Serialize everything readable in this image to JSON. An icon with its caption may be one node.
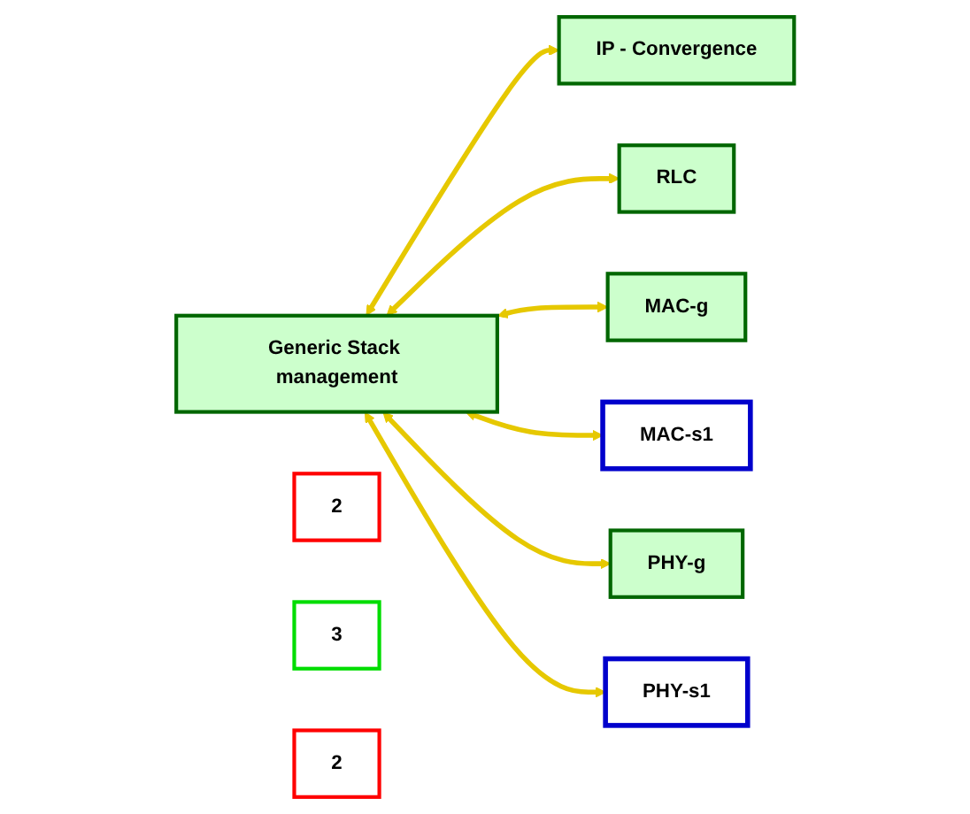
{
  "diagram": {
    "nodes": [
      {
        "text": [
          "Generic Stack management"
        ]
      },
      {
        "text": [
          "IP - Convergence"
        ]
      },
      {
        "text": [
          "RLC"
        ]
      },
      {
        "text": [
          "MAC-g"
        ]
      },
      {
        "text": [
          "MAC-s1"
        ]
      },
      {
        "text": [
          "2"
        ]
      },
      {
        "text": [
          "3"
        ]
      },
      {
        "text": [
          "PHY-g"
        ]
      },
      {
        "text": [
          "PHY-s1"
        ]
      },
      {
        "text": [
          "2"
        ]
      }
    ],
    "edges": [
      {
        "from": 0,
        "to": 1,
        "arrow": "both"
      },
      {
        "from": 0,
        "to": 2,
        "arrow": "both"
      },
      {
        "from": 0,
        "to": 3,
        "arrow": "both"
      },
      {
        "from": 0,
        "to": 4,
        "arrow": "both"
      },
      {
        "from": 0,
        "to": 7,
        "arrow": "both"
      },
      {
        "from": 0,
        "to": 8,
        "arrow": "both"
      }
    ]
  }
}
